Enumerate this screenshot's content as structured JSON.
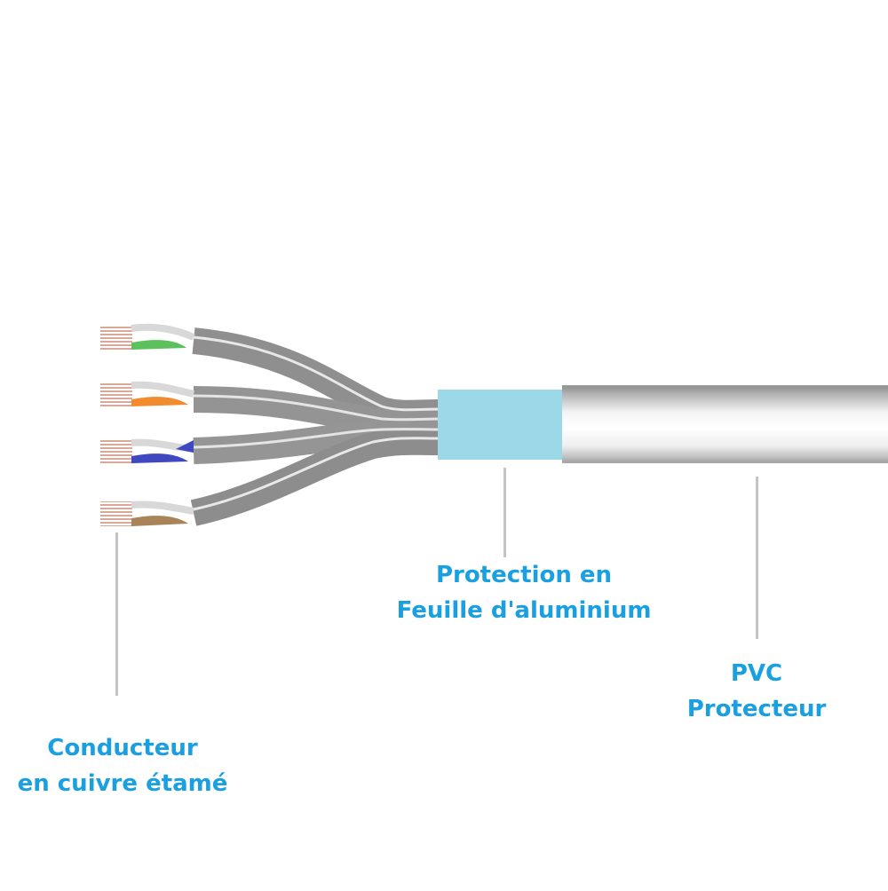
{
  "diagram": {
    "title": "Cable structure",
    "colors": {
      "label_text": "#1aa0e0",
      "leader_line": "#c4c4c4",
      "foil_shield": "#9bd8e8",
      "pair_jacket": "#9a9a9a",
      "copper": "#e2b8a8"
    },
    "pairs": [
      {
        "color_name": "green",
        "color": "#5cc05c"
      },
      {
        "color_name": "orange",
        "color": "#f28a2e"
      },
      {
        "color_name": "blue",
        "color": "#3f48c0"
      },
      {
        "color_name": "brown",
        "color": "#a88458"
      }
    ],
    "labels": {
      "conductor": {
        "line1": "Conducteur",
        "line2": "en cuivre étamé"
      },
      "foil": {
        "line1": "Protection en",
        "line2": "Feuille d'aluminium"
      },
      "pvc": {
        "line1": "PVC",
        "line2": "Protecteur"
      }
    }
  }
}
